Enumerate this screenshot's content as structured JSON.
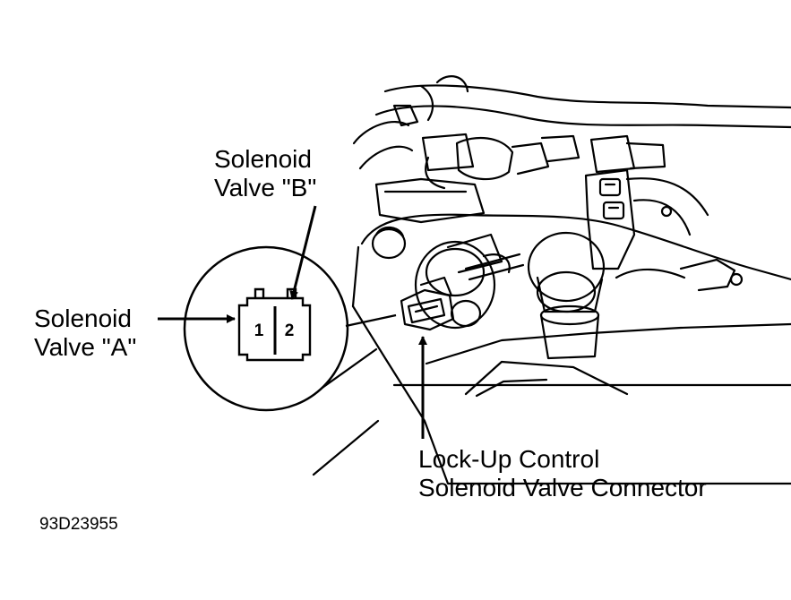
{
  "labels": {
    "solenoid_b_line1": "Solenoid",
    "solenoid_b_line2": "Valve \"B\"",
    "solenoid_a_line1": "Solenoid",
    "solenoid_a_line2": "Valve \"A\"",
    "lockup_line1": "Lock-Up Control",
    "lockup_line2": "Solenoid Valve Connector"
  },
  "connector_pins": [
    "1",
    "2"
  ],
  "figure_id": "93D23955"
}
